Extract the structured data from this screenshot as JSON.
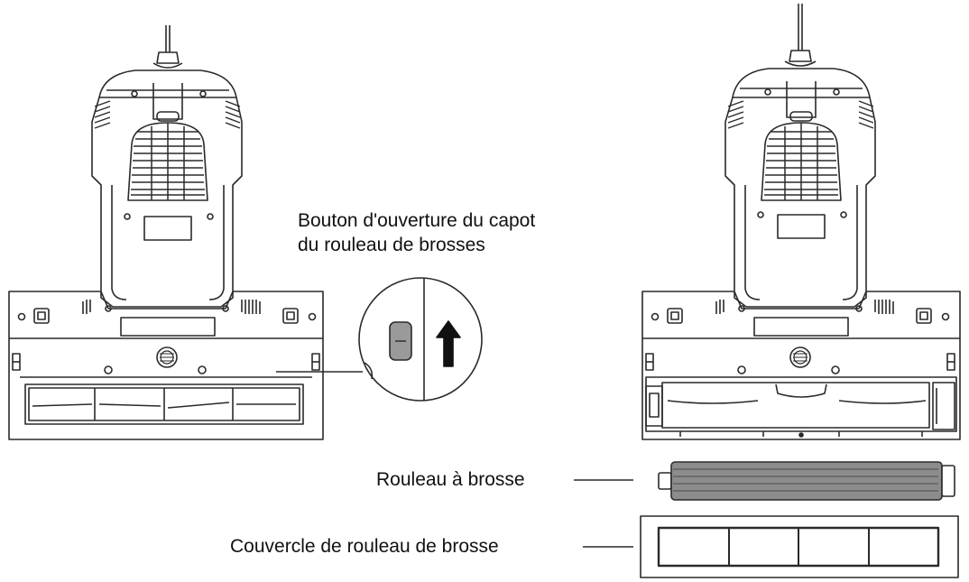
{
  "labels": {
    "button_line1": "Bouton d'ouverture du capot",
    "button_line2": "du rouleau de brosses",
    "brush_roll": "Rouleau à brosse",
    "roll_cover": "Couvercle de rouleau de brosse"
  },
  "colors": {
    "ink": "#111111",
    "stroke": "#2a2a2a",
    "roller_fill": "#8c8c8c",
    "button_fill": "#9a9a9a"
  }
}
